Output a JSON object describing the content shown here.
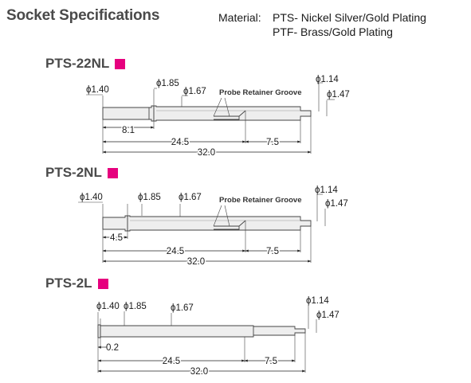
{
  "page": {
    "title": "Socket Specifications",
    "material_label": "Material:",
    "material_lines": [
      "PTS- Nickel Silver/Gold Plating",
      "PTF- Brass/Gold Plating"
    ],
    "accent_color": "#e6007e"
  },
  "models": [
    {
      "name": "PTS-22NL",
      "labels": {
        "d_left": "ϕ1.40",
        "d_collar": "ϕ1.85",
        "d_mid": "ϕ1.67",
        "groove": "Probe Retainer Groove",
        "d_tip": "ϕ1.14",
        "d_tip2": "ϕ1.47"
      },
      "dims": {
        "collar_pos": "8.1",
        "main_len": "24.5",
        "tip_len": "7.5",
        "total": "32.0"
      }
    },
    {
      "name": "PTS-2NL",
      "labels": {
        "d_left": "ϕ1.40",
        "d_collar": "ϕ1.85",
        "d_mid": "ϕ1.67",
        "groove": "Probe Retainer Groove",
        "d_tip": "ϕ1.14",
        "d_tip2": "ϕ1.47"
      },
      "dims": {
        "collar_pos": "4.5",
        "main_len": "24.5",
        "tip_len": "7.5",
        "total": "32.0"
      }
    },
    {
      "name": "PTS-2L",
      "labels": {
        "d_left": "ϕ1.40",
        "d_collar": "ϕ1.85",
        "d_mid": "ϕ1.67",
        "d_tip": "ϕ1.14",
        "d_tip2": "ϕ1.47"
      },
      "dims": {
        "collar_pos": "0.2",
        "main_len": "24.5",
        "tip_len": "7.5",
        "total": "32.0"
      }
    }
  ]
}
